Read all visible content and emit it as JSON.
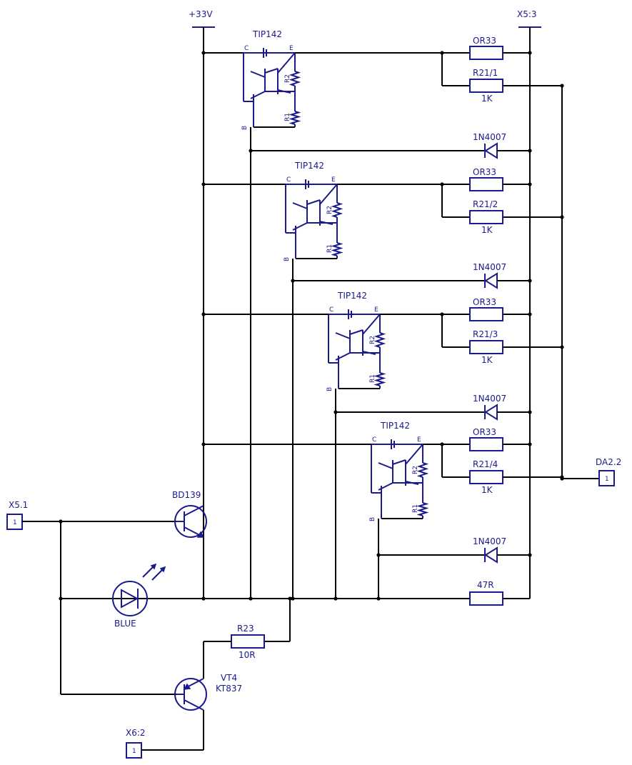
{
  "supply": {
    "label": "+33V"
  },
  "rail": {
    "label": "X5:3"
  },
  "stages": [
    {
      "transistor": "TIP142",
      "pin_c": "C",
      "pin_e": "E",
      "pin_b": "B",
      "r1": "R1",
      "r2": "R2",
      "shunt": "OR33",
      "resistor": "R21/1",
      "resistor_value": "1K",
      "diode": "1N4007"
    },
    {
      "transistor": "TIP142",
      "pin_c": "C",
      "pin_e": "E",
      "pin_b": "B",
      "r1": "R1",
      "r2": "R2",
      "shunt": "OR33",
      "resistor": "R21/2",
      "resistor_value": "1K",
      "diode": "1N4007"
    },
    {
      "transistor": "TIP142",
      "pin_c": "C",
      "pin_e": "E",
      "pin_b": "B",
      "r1": "R1",
      "r2": "R2",
      "shunt": "OR33",
      "resistor": "R21/3",
      "resistor_value": "1K",
      "diode": "1N4007"
    },
    {
      "transistor": "TIP142",
      "pin_c": "C",
      "pin_e": "E",
      "pin_b": "B",
      "r1": "R1",
      "r2": "R2",
      "shunt": "OR33",
      "resistor": "R21/4",
      "resistor_value": "1K",
      "diode": "1N4007"
    }
  ],
  "connectors": {
    "x51": {
      "label": "X5.1",
      "pin": "1"
    },
    "da22": {
      "label": "DA2.2",
      "pin": "1"
    },
    "x62": {
      "label": "X6:2",
      "pin": "1"
    }
  },
  "bd139": {
    "label": "BD139"
  },
  "led": {
    "label": "BLUE"
  },
  "r23": {
    "label": "R23",
    "value": "10R"
  },
  "vt4": {
    "label": "VT4",
    "type": "KT837"
  },
  "r47": {
    "label": "47R"
  }
}
